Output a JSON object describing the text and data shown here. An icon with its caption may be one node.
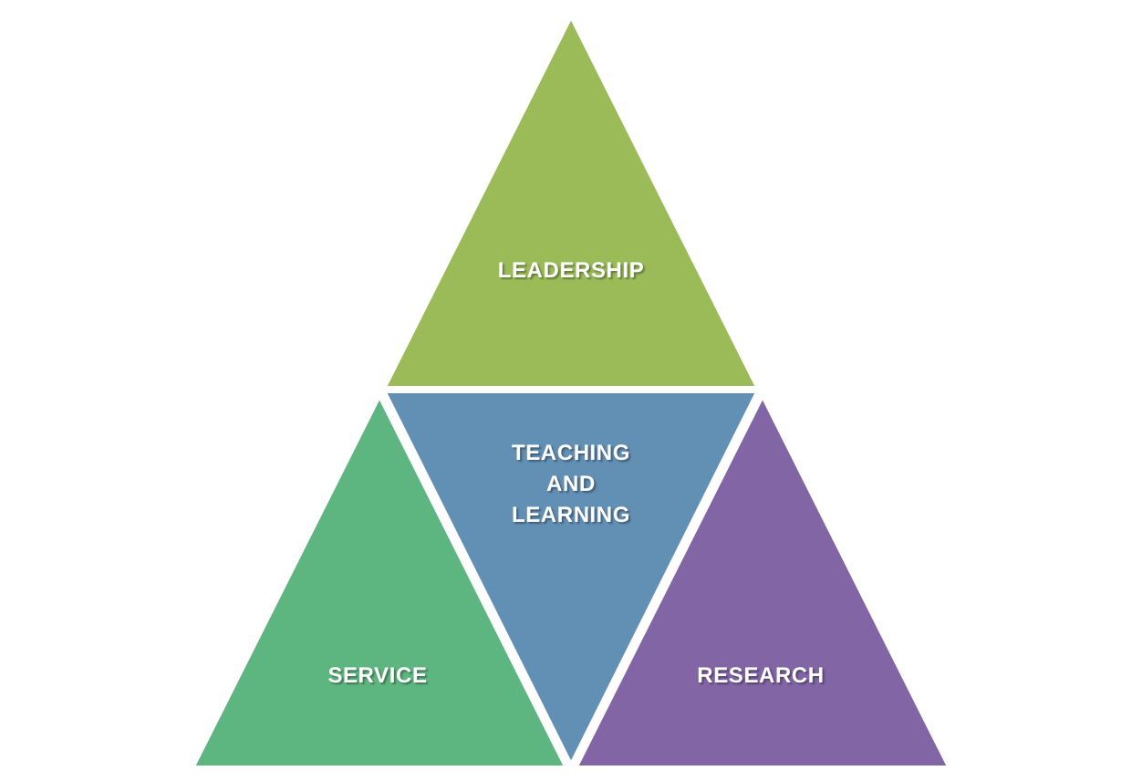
{
  "diagram": {
    "nodes": [
      {
        "text": [
          "LEADERSHIP"
        ]
      },
      {
        "text": [
          "TEACHING AND LEARNING"
        ]
      },
      {
        "text": [
          "SERVICE"
        ]
      },
      {
        "text": [
          "RESEARCH"
        ]
      }
    ]
  }
}
